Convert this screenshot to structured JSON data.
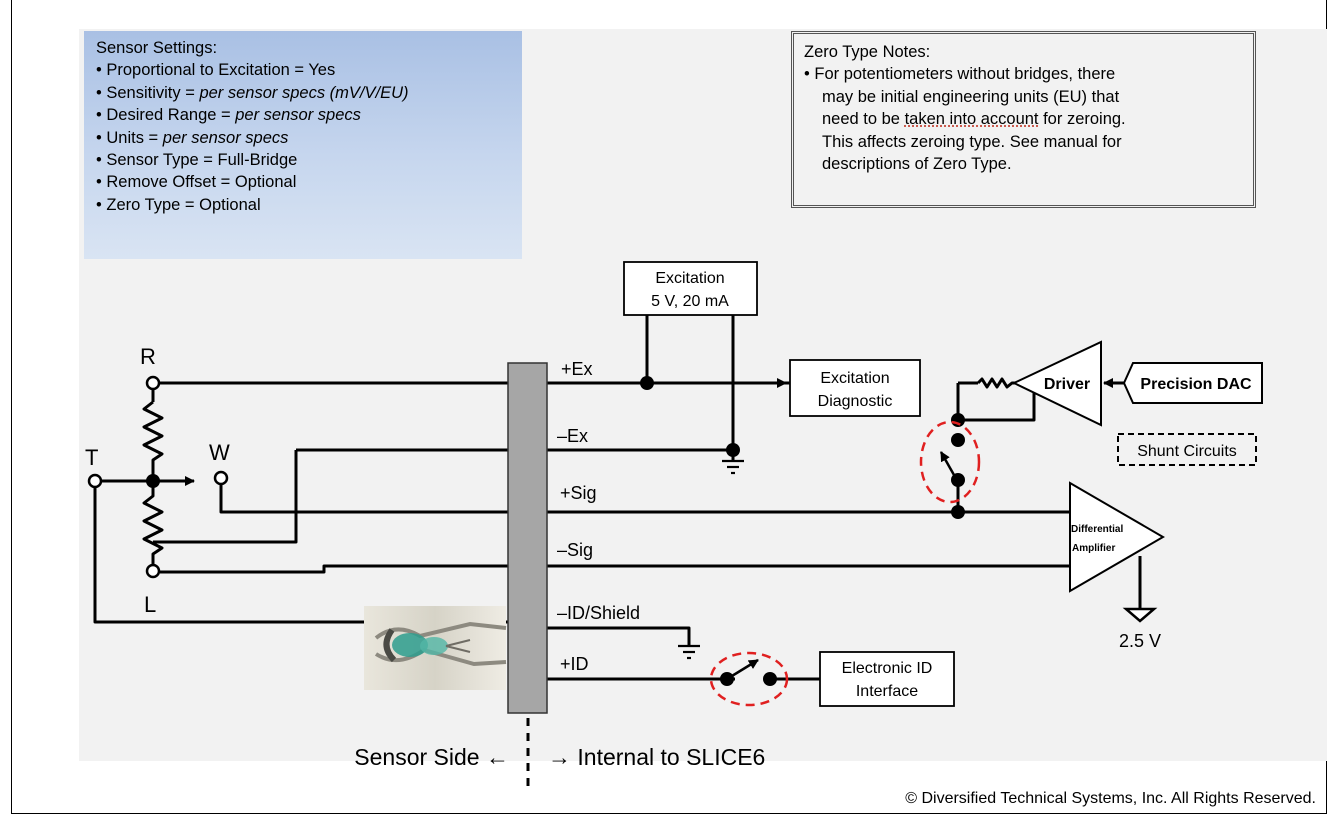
{
  "settings": {
    "title": "Sensor Settings:",
    "items": [
      {
        "label": "• Proportional to Excitation = ",
        "value": "Yes",
        "italic": false
      },
      {
        "label": "• Sensitivity = ",
        "value": "per sensor specs (mV/V/EU)",
        "italic": true
      },
      {
        "label": "• Desired Range = ",
        "value": "per sensor specs",
        "italic": true
      },
      {
        "label": "• Units = ",
        "value": "per sensor specs",
        "italic": true
      },
      {
        "label": "• Sensor Type = ",
        "value": "Full-Bridge",
        "italic": false
      },
      {
        "label": "• Remove Offset = ",
        "value": "Optional",
        "italic": false
      },
      {
        "label": "• Zero Type = ",
        "value": "Optional",
        "italic": false
      }
    ]
  },
  "notes": {
    "title": "Zero Type Notes:",
    "lines": [
      "• For potentiometers without bridges, there",
      "may be initial engineering units (EU) that",
      "need to be ",
      "taken into account",
      " for zeroing.",
      "This affects zeroing type.  See manual for",
      "descriptions of Zero Type."
    ]
  },
  "pot": {
    "r": "R",
    "t": "T",
    "w": "W",
    "l": "L"
  },
  "signals": {
    "ex_pos": "+Ex",
    "ex_neg": "–Ex",
    "sig_pos": "+Sig",
    "sig_neg": "–Sig",
    "id_shield": "–ID/Shield",
    "id_pos": "+ID"
  },
  "blocks": {
    "excitation_line1": "Excitation",
    "excitation_line2": "5 V, 20 mA",
    "diag_line1": "Excitation",
    "diag_line2": "Diagnostic",
    "driver": "Driver",
    "dac": "Precision DAC",
    "shunt": "Shunt Circuits",
    "amp_line1": "Differential",
    "amp_line2": "Amplifier",
    "ground_ref": "2.5 V",
    "eid_line1": "Electronic ID",
    "eid_line2": "Interface"
  },
  "footer": {
    "sensor_side": "Sensor Side ←",
    "internal": "→ Internal to SLICE6",
    "copyright": "© Diversified Technical Systems, Inc.  All Rights Reserved."
  },
  "colors": {
    "wire": "#000000",
    "highlight": "#e02020",
    "settings_bg": "#b9cce9",
    "connector": "#a6a6a6"
  }
}
